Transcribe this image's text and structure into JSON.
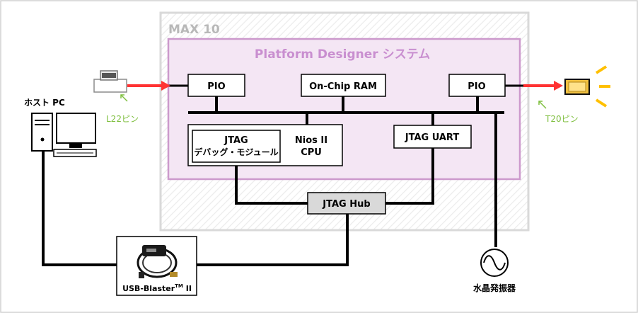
{
  "colors": {
    "chip_border": "#d9d9d9",
    "chip_hatch": "#efefef",
    "chip_label": "#b8b8b8",
    "platform_border": "#cc99cc",
    "platform_fill": "#f4e6f4",
    "platform_label": "#c98fd0",
    "signal_arrow": "#ff3333",
    "pin_label": "#7fbf3f",
    "bus": "#000000",
    "hub_fill": "#d9d9d9",
    "led_light": "#ffc000",
    "led_fill": "#f0c040"
  },
  "diagram": {
    "chip_label": "MAX 10",
    "platform_label": "Platform Designer システム",
    "pio_left": "PIO",
    "onchip_ram": "On-Chip RAM",
    "pio_right": "PIO",
    "nios_line1": "Nios II",
    "nios_line2": "CPU",
    "jtag_debug_line1": "JTAG",
    "jtag_debug_line2": "デバッグ・モジュール",
    "jtag_uart": "JTAG UART",
    "jtag_hub": "JTAG Hub",
    "host_pc": "ホスト PC",
    "pin_left": "L22ピン",
    "pin_right": "T20ピン",
    "usb_blaster": "USB-Blaster",
    "usb_blaster_tm": "TM",
    "usb_blaster_suffix": " II",
    "oscillator": "水晶発振器"
  },
  "icons": [
    "switch-icon",
    "desktop-pc-icon",
    "usb-cable-icon",
    "oscillator-icon",
    "led-icon"
  ]
}
